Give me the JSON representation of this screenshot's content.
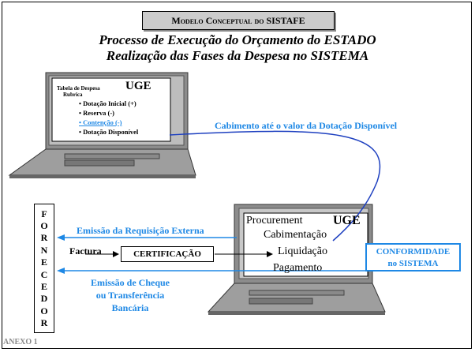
{
  "header": {
    "badge": "Modelo Conceptual do SISTAFE",
    "title_line1": "Processo de Execução do Orçamento do ESTADO",
    "title_line2": "Realização das Fases da Despesa no SISTEMA"
  },
  "top_laptop": {
    "org": "UGE",
    "table_title": "Tabela de Despesa",
    "table_sub": "Rubrica",
    "items": [
      "• Dotação Inicial (+)",
      "• Reserva (-)",
      "• Contenção (-)",
      "• Dotação Disponível"
    ]
  },
  "cabimento_label": "Cabimento até o valor da Dotação Disponível",
  "fornecedor_letters": [
    "F",
    "O",
    "R",
    "N",
    "E",
    "C",
    "E",
    "D",
    "O",
    "R"
  ],
  "bottom_laptop": {
    "org": "UGE",
    "lines": [
      "Procurement",
      "Cabimentação",
      "Liquidação",
      "Pagamento"
    ]
  },
  "labels": {
    "requisicao": "Emissão da Requisição Externa",
    "factura": "Factura",
    "certificacao": "CERTIFICAÇÃO",
    "cheque_line1": "Emissão de Cheque",
    "cheque_line2": "ou Transferência",
    "cheque_line3": "Bancária"
  },
  "conformidade": {
    "line1": "CONFORMIDADE",
    "line2": "no SISTEMA"
  },
  "annex": "ANEXO 1",
  "colors": {
    "accent": "#1e88e5",
    "annex": "#8a8a8a",
    "laptop_gray": "#8c8c8c"
  }
}
